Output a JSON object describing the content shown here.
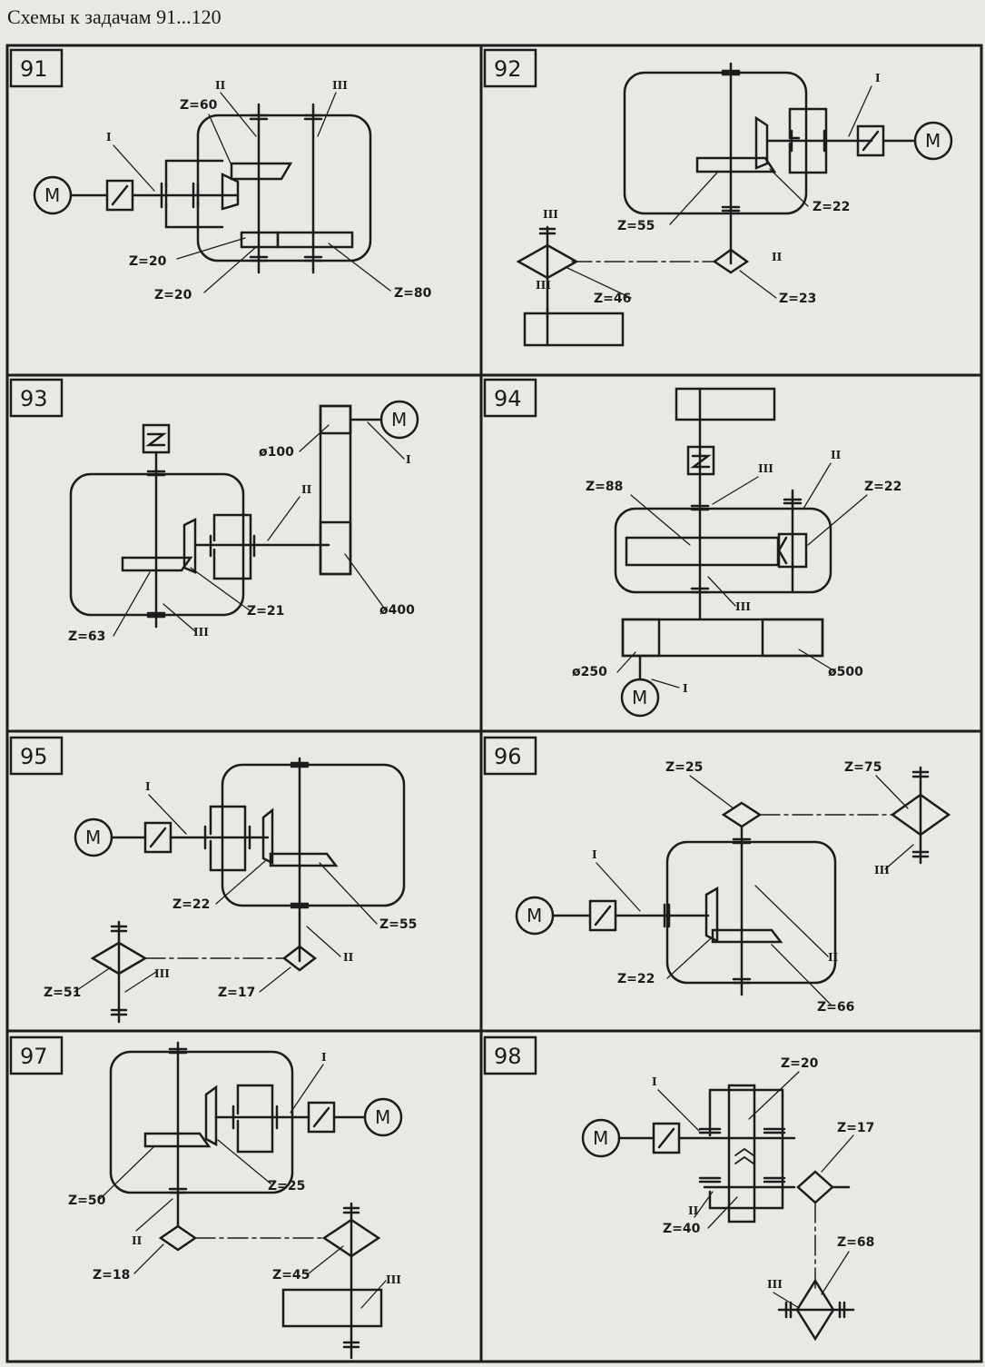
{
  "page": {
    "title": "Схемы к задачам 91...120"
  },
  "panels": [
    {
      "number": "91",
      "labels": [
        "Z=60",
        "Z=20",
        "Z=20",
        "Z=80"
      ],
      "shafts": [
        "I",
        "II",
        "III"
      ]
    },
    {
      "number": "92",
      "labels": [
        "Z=22",
        "Z=55",
        "Z=46",
        "Z=23"
      ],
      "shafts": [
        "I",
        "II",
        "III",
        "III"
      ]
    },
    {
      "number": "93",
      "labels": [
        "ø100",
        "ø400",
        "Z=63",
        "Z=21"
      ],
      "shafts": [
        "I",
        "II",
        "III"
      ]
    },
    {
      "number": "94",
      "labels": [
        "Z=88",
        "Z=22",
        "ø250",
        "ø500"
      ],
      "shafts": [
        "I",
        "II",
        "III",
        "III"
      ]
    },
    {
      "number": "95",
      "labels": [
        "Z=22",
        "Z=55",
        "Z=51",
        "Z=17"
      ],
      "shafts": [
        "I",
        "II",
        "III"
      ]
    },
    {
      "number": "96",
      "labels": [
        "Z=25",
        "Z=75",
        "Z=22",
        "Z=66"
      ],
      "shafts": [
        "I",
        "II",
        "III"
      ]
    },
    {
      "number": "97",
      "labels": [
        "Z=25",
        "Z=50",
        "Z=18",
        "Z=45"
      ],
      "shafts": [
        "I",
        "II",
        "III"
      ]
    },
    {
      "number": "98",
      "labels": [
        "Z=20",
        "Z=17",
        "Z=40",
        "Z=68"
      ],
      "shafts": [
        "I",
        "II",
        "III"
      ]
    }
  ],
  "motor_label": "M"
}
